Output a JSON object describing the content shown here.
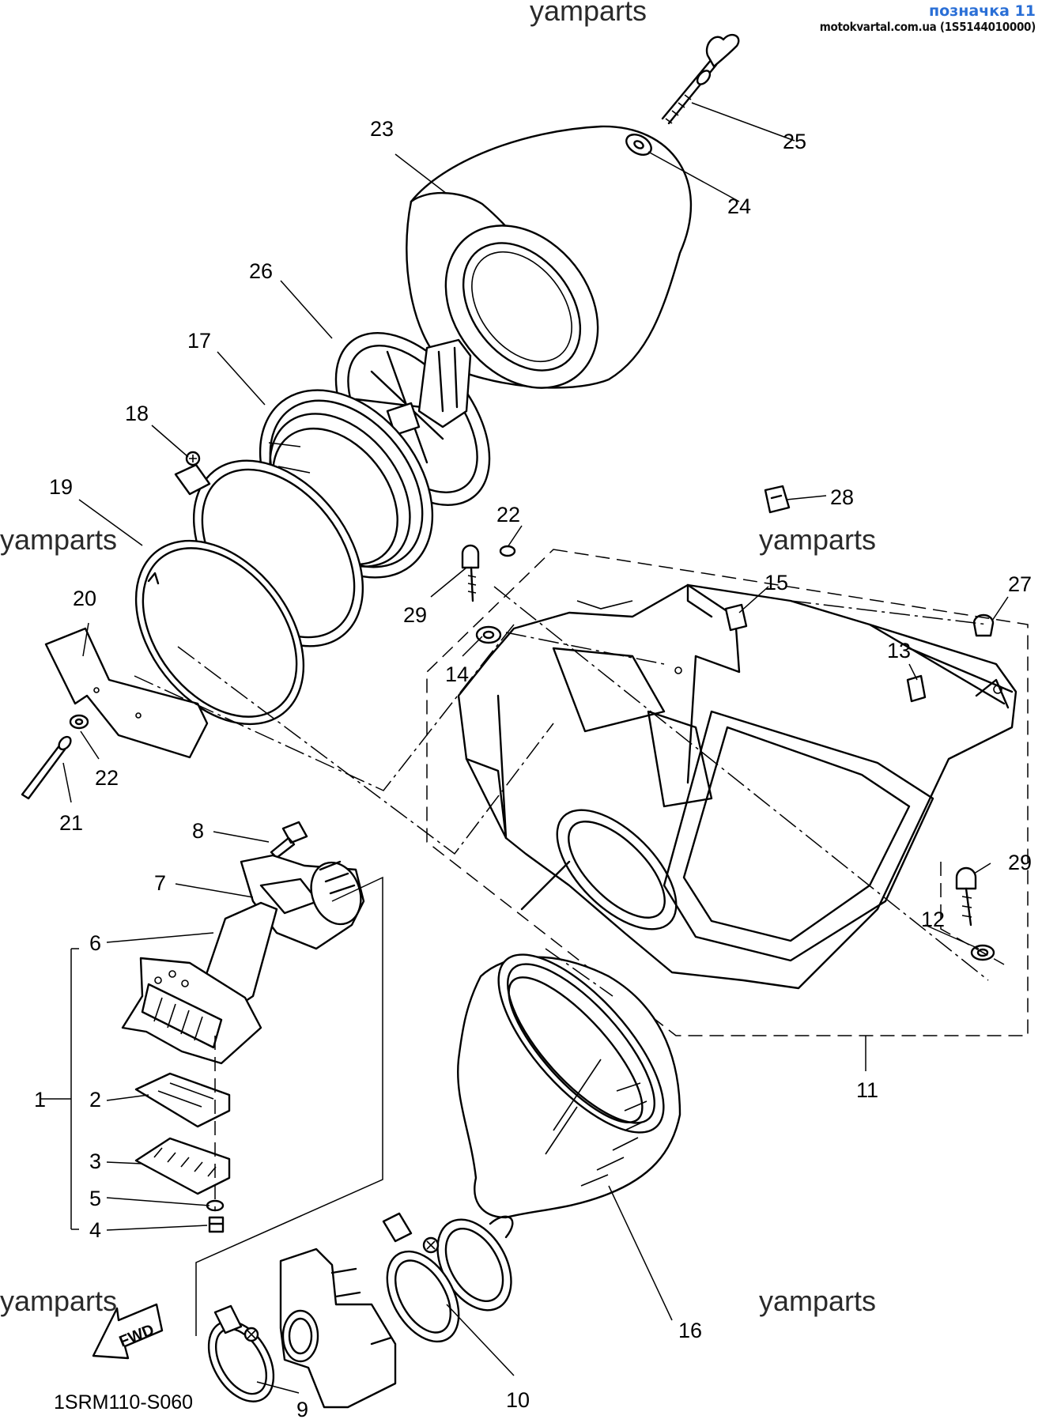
{
  "header": {
    "badge_title": "позначка 11",
    "badge_source": "motokvartal.com.ua (1S5144010000)"
  },
  "watermarks": [
    "yamparts",
    "yamparts",
    "yamparts",
    "yamparts",
    "yamparts",
    "yamparts"
  ],
  "drawing_ref": "1SRM110-S060",
  "fwd_label": "FWD",
  "callouts": {
    "c1": "1",
    "c2": "2",
    "c3": "3",
    "c4": "4",
    "c5": "5",
    "c6": "6",
    "c7": "7",
    "c8": "8",
    "c9": "9",
    "c10": "10",
    "c11": "11",
    "c12": "12",
    "c13": "13",
    "c14": "14",
    "c15": "15",
    "c16": "16",
    "c17": "17",
    "c18": "18",
    "c19": "19",
    "c20": "20",
    "c21": "21",
    "c22a": "22",
    "c22b": "22",
    "c23": "23",
    "c24": "24",
    "c25": "25",
    "c26": "26",
    "c27": "27",
    "c28": "28",
    "c29a": "29",
    "c29b": "29"
  }
}
